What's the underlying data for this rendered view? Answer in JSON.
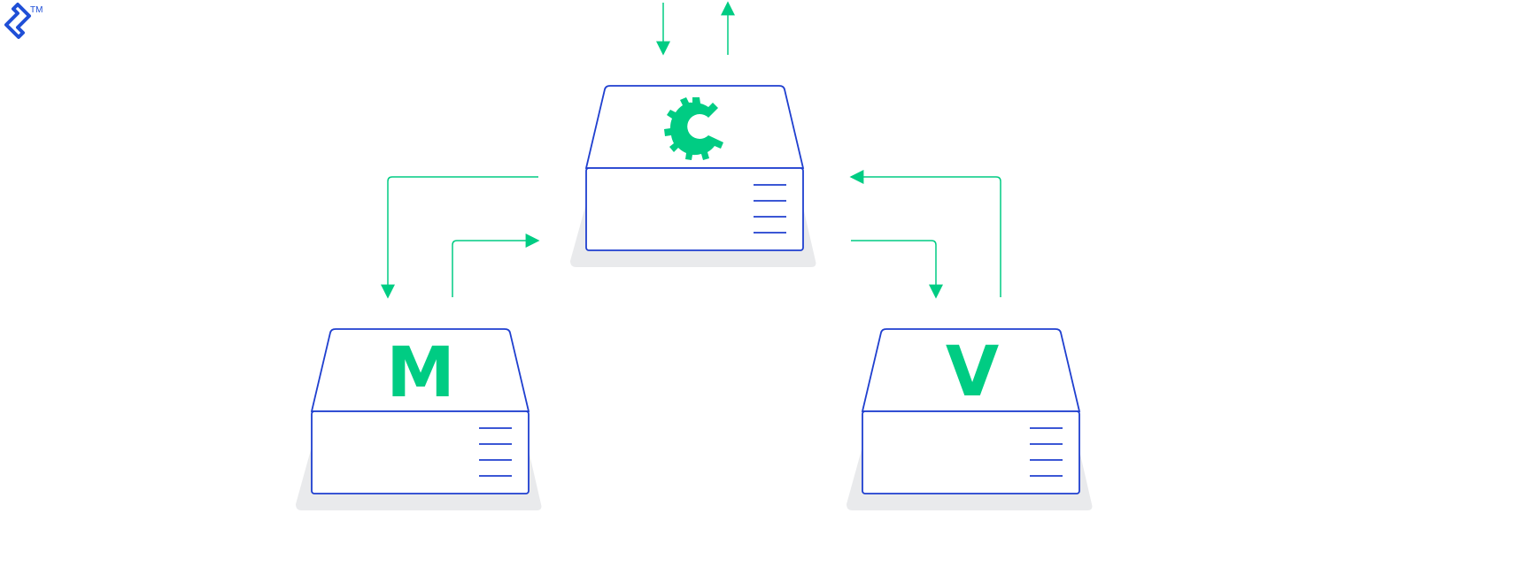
{
  "logo": {
    "trademark": "TM"
  },
  "colors": {
    "stroke": "#1f3fcf",
    "accent": "#00cc83",
    "shadow": "#e9eaec"
  },
  "nodes": {
    "controller": {
      "icon": "gear-c-icon"
    },
    "model": {
      "label": "M"
    },
    "view": {
      "label": "V"
    }
  }
}
